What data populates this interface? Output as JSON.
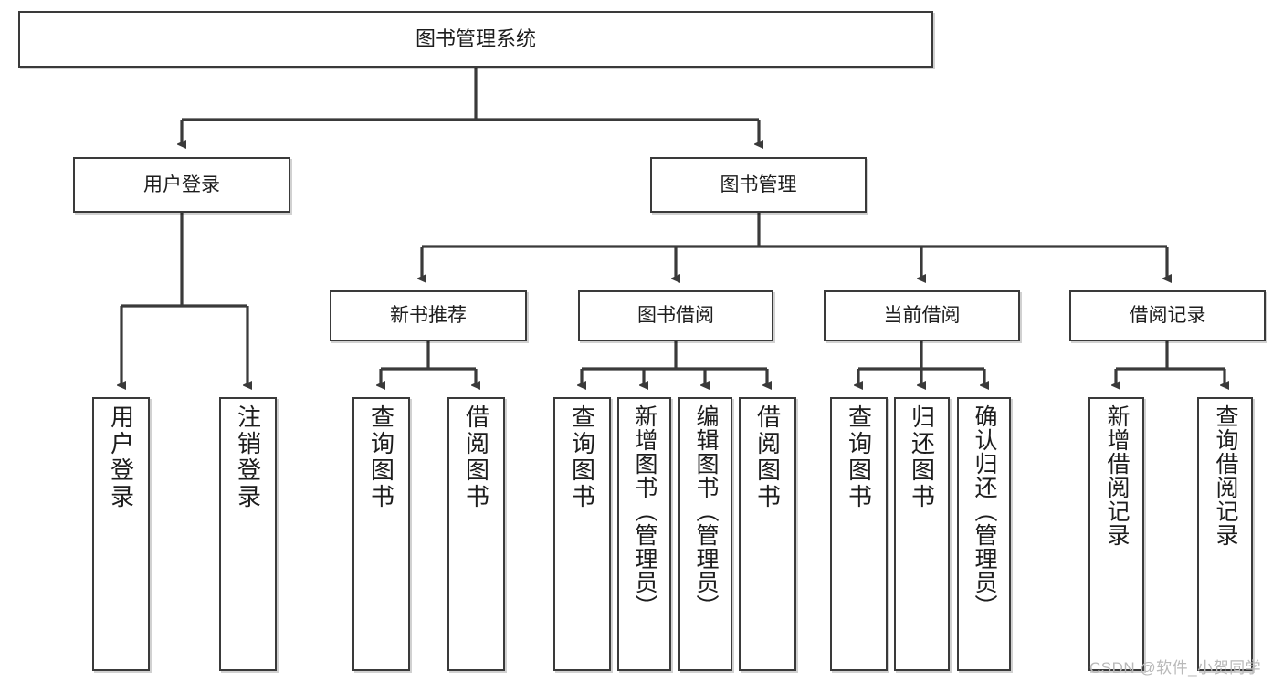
{
  "diagram": {
    "title": "图书管理系统",
    "type": "hierarchy-tree",
    "colors": {
      "box_border": "#3a3a3a",
      "box_fill": "#ffffff",
      "text": "#1d1d1d",
      "edge": "#3a3a3a",
      "watermark": "#b9b9b9"
    },
    "levels": {
      "root": {
        "label": "图书管理系统"
      },
      "level2": [
        {
          "id": "user-login",
          "label": "用户登录"
        },
        {
          "id": "book-manage",
          "label": "图书管理"
        }
      ],
      "level3": [
        {
          "id": "new-book-recommend",
          "label": "新书推荐",
          "parent": "book-manage"
        },
        {
          "id": "book-borrow",
          "label": "图书借阅",
          "parent": "book-manage"
        },
        {
          "id": "current-borrow",
          "label": "当前借阅",
          "parent": "book-manage"
        },
        {
          "id": "borrow-record",
          "label": "借阅记录",
          "parent": "book-manage"
        }
      ],
      "leaves": [
        {
          "id": "leaf-user-login",
          "label": "用户登录",
          "parent": "user-login"
        },
        {
          "id": "leaf-logout-login",
          "label": "注销登录",
          "parent": "user-login"
        },
        {
          "id": "leaf-query-book-1",
          "label": "查询图书",
          "parent": "new-book-recommend"
        },
        {
          "id": "leaf-borrow-book-1",
          "label": "借阅图书",
          "parent": "new-book-recommend"
        },
        {
          "id": "leaf-query-book-2",
          "label": "查询图书",
          "parent": "book-borrow"
        },
        {
          "id": "leaf-add-book",
          "label": "新增图书（管理员）",
          "parent": "book-borrow"
        },
        {
          "id": "leaf-edit-book",
          "label": "编辑图书（管理员）",
          "parent": "book-borrow"
        },
        {
          "id": "leaf-borrow-book-2",
          "label": "借阅图书",
          "parent": "book-borrow"
        },
        {
          "id": "leaf-query-book-3",
          "label": "查询图书",
          "parent": "current-borrow"
        },
        {
          "id": "leaf-return-book",
          "label": "归还图书",
          "parent": "current-borrow"
        },
        {
          "id": "leaf-confirm-return",
          "label": "确认归还（管理员）",
          "parent": "current-borrow"
        },
        {
          "id": "leaf-add-record",
          "label": "新增借阅记录",
          "parent": "borrow-record"
        },
        {
          "id": "leaf-query-record",
          "label": "查询借阅记录",
          "parent": "borrow-record"
        }
      ]
    },
    "watermark": "CSDN @软件_小贺同学"
  }
}
